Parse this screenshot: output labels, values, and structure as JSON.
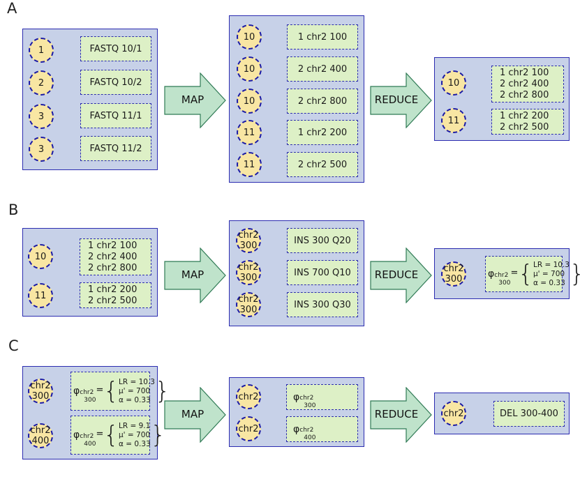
{
  "panels": [
    "A",
    "B",
    "C"
  ],
  "ops": {
    "map": "MAP",
    "reduce": "REDUCE"
  },
  "a": {
    "input": {
      "keys": [
        "1",
        "2",
        "3",
        "3"
      ],
      "values": [
        "FASTQ 10/1",
        "FASTQ 10/2",
        "FASTQ 11/1",
        "FASTQ 11/2"
      ]
    },
    "mapped": {
      "keys": [
        "10",
        "10",
        "10",
        "11",
        "11"
      ],
      "values": [
        "1 chr2 100",
        "2 chr2 400",
        "2 chr2 800",
        "1 chr2 200",
        "2 chr2 500"
      ]
    },
    "reduced": {
      "keys": [
        "10",
        "11"
      ],
      "values": [
        "1 chr2 100\n2 chr2 400\n2 chr2 800",
        "1 chr2 200\n2 chr2 500"
      ]
    }
  },
  "b": {
    "input": {
      "keys": [
        "10",
        "11"
      ],
      "values": [
        "1 chr2 100\n2 chr2 400\n2 chr2 800",
        "1 chr2 200\n2 chr2 500"
      ]
    },
    "mapped": {
      "keys": [
        "chr2\n300",
        "chr2\n300",
        "chr2\n300"
      ],
      "values": [
        "INS 300 Q20",
        "INS 700 Q10",
        "INS 300 Q30"
      ]
    },
    "reduced": {
      "key": "chr2\n300",
      "phi": {
        "symbol": "φ",
        "sub1": "chr2",
        "sub2": "300",
        "eq": "=",
        "params": "LR = 10.3\nμ' = 700\nα = 0.33"
      }
    }
  },
  "c": {
    "input": {
      "keys": [
        "chr2\n300",
        "chr2\n400"
      ],
      "phis": [
        {
          "symbol": "φ",
          "sub1": "chr2",
          "sub2": "300",
          "eq": "=",
          "params": "LR = 10.3\nμ' = 700\nα = 0.33"
        },
        {
          "symbol": "φ",
          "sub1": "chr2",
          "sub2": "400",
          "eq": "=",
          "params": "LR = 9.1\nμ' = 700\nα = 0.33"
        }
      ]
    },
    "mapped": {
      "keys": [
        "chr2",
        "chr2"
      ],
      "phis": [
        {
          "symbol": "φ",
          "sub1": "chr2",
          "sub2": "300"
        },
        {
          "symbol": "φ",
          "sub1": "chr2",
          "sub2": "400"
        }
      ]
    },
    "reduced": {
      "key": "chr2",
      "value": "DEL 300-400"
    }
  }
}
